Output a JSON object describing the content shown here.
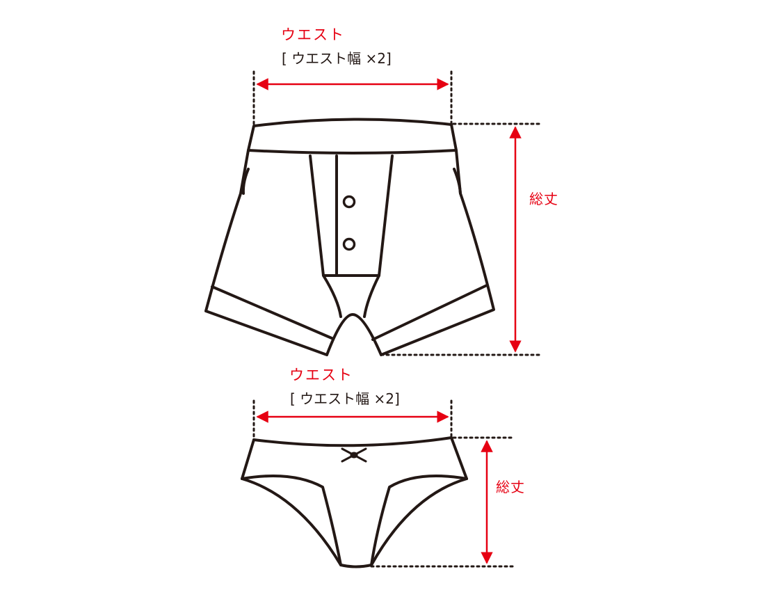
{
  "colors": {
    "accent": "#e60012",
    "ink": "#231815"
  },
  "boxer": {
    "waist_label": "ウエスト",
    "waist_note": "[ ウエスト幅 ×2]",
    "length_label": "総丈"
  },
  "brief": {
    "waist_label": "ウエスト",
    "waist_note": "[ ウエスト幅 ×2]",
    "length_label": "総丈"
  }
}
